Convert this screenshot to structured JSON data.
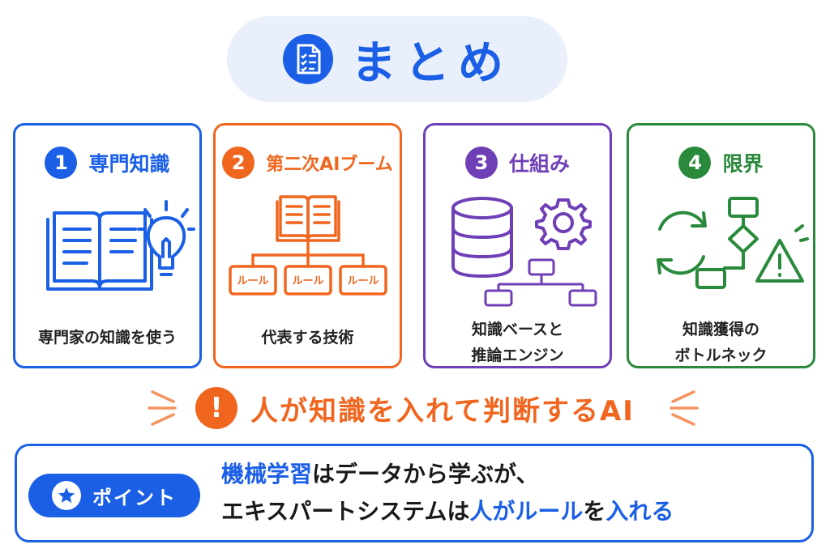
{
  "title": "まとめ",
  "cards": [
    {
      "number": "1",
      "title": "専門知識",
      "desc": [
        "専門家の知識を使う"
      ],
      "icon": "book-lightbulb-icon"
    },
    {
      "number": "2",
      "title": "第二次AIブーム",
      "desc": [
        "代表する技術"
      ],
      "icon": "book-rules-tree-icon",
      "rule_labels": [
        "ルール",
        "ルール",
        "ルール"
      ]
    },
    {
      "number": "3",
      "title": "仕組み",
      "desc": [
        "知識ベースと",
        "推論エンジン"
      ],
      "icon": "database-gear-flow-icon"
    },
    {
      "number": "4",
      "title": "限界",
      "desc": [
        "知識獲得の",
        "ボトルネック"
      ],
      "icon": "cycle-flowchart-warning-icon"
    }
  ],
  "statement": {
    "mark": "!",
    "text": "人が知識を入れて判断するAI"
  },
  "point": {
    "label": "ポイント",
    "line1": {
      "highlight": "機械学習",
      "rest": "はデータから学ぶが、"
    },
    "line2": {
      "prefix": "エキスパートシステムは",
      "highlight1": "人が",
      "highlight2": "ルール",
      "middle": "を",
      "highlight3": "入れる"
    }
  },
  "colors": {
    "blue": "#1a5fe6",
    "orange": "#f0661e",
    "purple": "#6f3fb6",
    "green": "#2a8a3c",
    "pill_bg": "#e9f0fb"
  }
}
